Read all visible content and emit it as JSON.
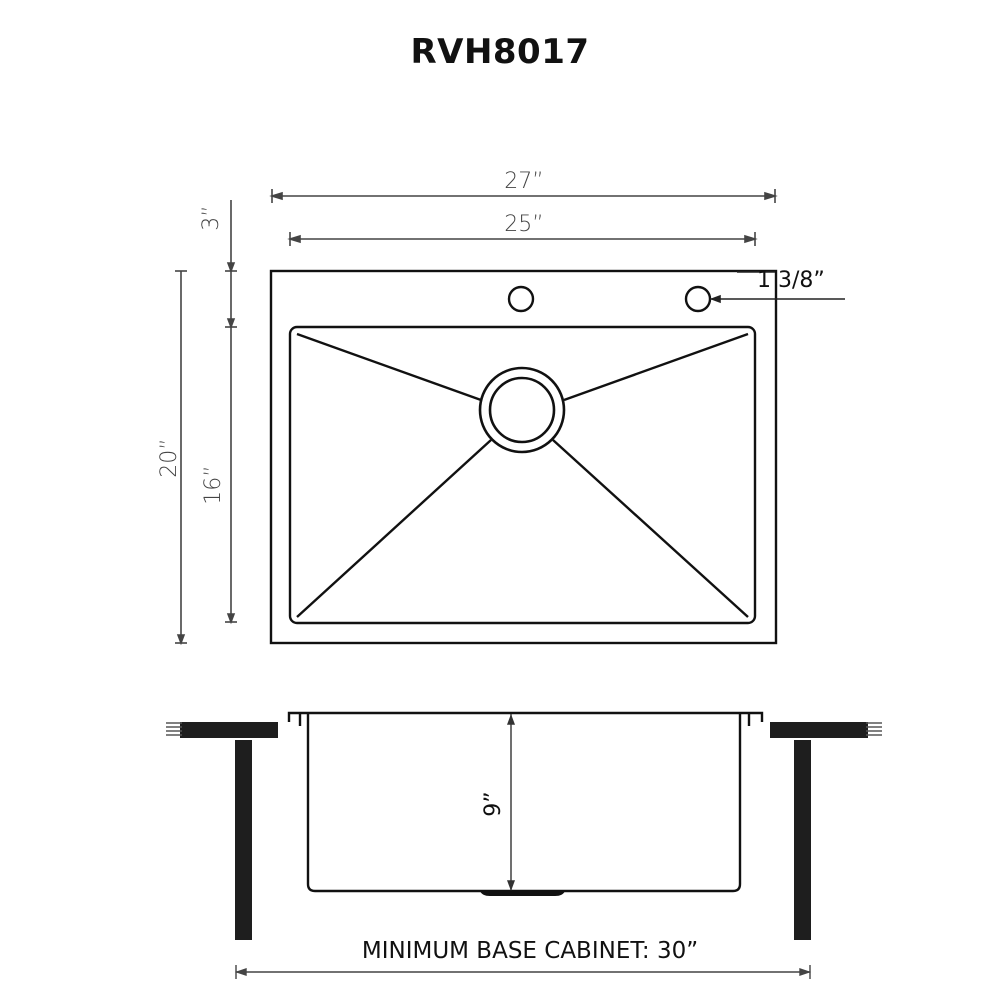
{
  "header": {
    "title": "RVH8017"
  },
  "top_view": {
    "overall_width_label": "27”",
    "bowl_width_label": "25”",
    "deck_depth_label": "3”",
    "overall_depth_label": "20”",
    "bowl_depth_label": "16”",
    "faucet_hole_label": "1 3/8”",
    "faucet_holes_count": 2
  },
  "side_view": {
    "bowl_height_label": "9”",
    "cabinet_label": "MINIMUM BASE CABINET: 30”"
  },
  "colors": {
    "line": "#111111",
    "dimension_line": "#444444",
    "background": "#ffffff"
  }
}
